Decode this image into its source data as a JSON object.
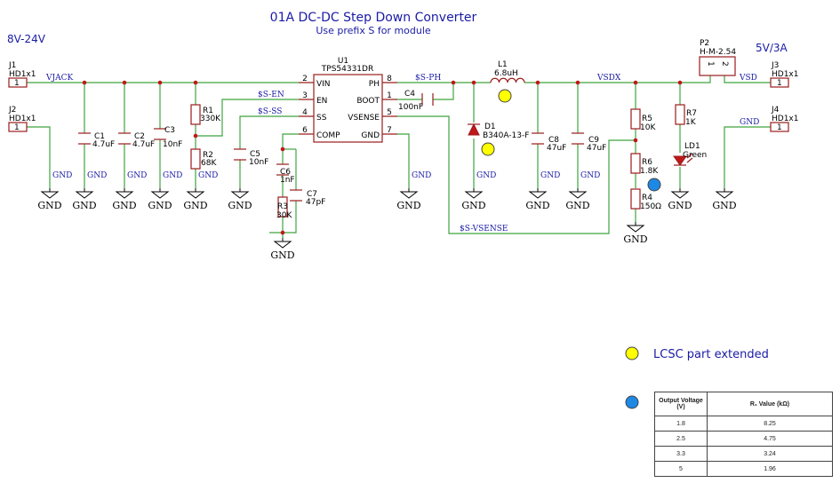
{
  "title": "01A DC-DC Step Down Converter",
  "subtitle": "Use prefix S for module",
  "input_range": "8V-24V",
  "output_rating": "5V/3A",
  "connectors": {
    "j1": {
      "ref": "J1",
      "value": "HD1x1",
      "pin": "1"
    },
    "j2": {
      "ref": "J2",
      "value": "HD1x1",
      "pin": "1"
    },
    "j3": {
      "ref": "J3",
      "value": "HD1x1",
      "pin": "1"
    },
    "j4": {
      "ref": "J4",
      "value": "HD1x1",
      "pin": "1"
    },
    "p2": {
      "ref": "P2",
      "value": "H-M-2.54",
      "pin1": "1",
      "pin2": "2"
    }
  },
  "ic": {
    "ref": "U1",
    "part": "TPS54331DR",
    "pins": [
      {
        "num": "2",
        "name": "VIN"
      },
      {
        "num": "3",
        "name": "EN"
      },
      {
        "num": "4",
        "name": "SS"
      },
      {
        "num": "6",
        "name": "COMP"
      },
      {
        "num": "8",
        "name": "PH"
      },
      {
        "num": "1",
        "name": "BOOT"
      },
      {
        "num": "5",
        "name": "VSENSE"
      },
      {
        "num": "7",
        "name": "GND"
      }
    ]
  },
  "components": {
    "c1": {
      "ref": "C1",
      "value": "4.7uF"
    },
    "c2": {
      "ref": "C2",
      "value": "4.7uF"
    },
    "c3": {
      "ref": "C3",
      "value": "10nF"
    },
    "r1": {
      "ref": "R1",
      "value": "330K"
    },
    "r2": {
      "ref": "R2",
      "value": "68K"
    },
    "c5": {
      "ref": "C5",
      "value": "10nF"
    },
    "c6": {
      "ref": "C6",
      "value": "1nF"
    },
    "r3": {
      "ref": "R3",
      "value": "30K"
    },
    "c7": {
      "ref": "C7",
      "value": "47pF"
    },
    "c4": {
      "ref": "C4",
      "value": "100nF"
    },
    "l1": {
      "ref": "L1",
      "value": "6.8uH"
    },
    "d1": {
      "ref": "D1",
      "value": "B340A-13-F"
    },
    "c8": {
      "ref": "C8",
      "value": "47uF"
    },
    "c9": {
      "ref": "C9",
      "value": "47uF"
    },
    "r5": {
      "ref": "R5",
      "value": "10K"
    },
    "r6": {
      "ref": "R6",
      "value": "1.8K"
    },
    "r4": {
      "ref": "R4",
      "value": "150Ω"
    },
    "r7": {
      "ref": "R7",
      "value": "1K"
    },
    "ld1": {
      "ref": "LD1",
      "value": "Green"
    }
  },
  "nets": {
    "vjack": "VJACK",
    "s_en": "$S-EN",
    "s_ss": "$S-SS",
    "s_ph": "$S-PH",
    "vsdx": "VSDX",
    "vsd": "VSD",
    "s_vsense": "$S-VSENSE",
    "gnd": "GND"
  },
  "legend": {
    "yellow_label": "LCSC part extended",
    "yellow_color": "#ffff00",
    "blue_color": "#1e88e5"
  },
  "resistor_table": {
    "headers": [
      "Output Voltage (V)",
      "R₁ Value (kΩ)"
    ],
    "rows": [
      [
        "1.8",
        "8.25"
      ],
      [
        "2.5",
        "4.75"
      ],
      [
        "3.3",
        "3.24"
      ],
      [
        "5",
        "1.96"
      ]
    ]
  },
  "colors": {
    "wire": "#3fa33f",
    "component": "#9b1c1c",
    "label": "#1a1aa6"
  }
}
